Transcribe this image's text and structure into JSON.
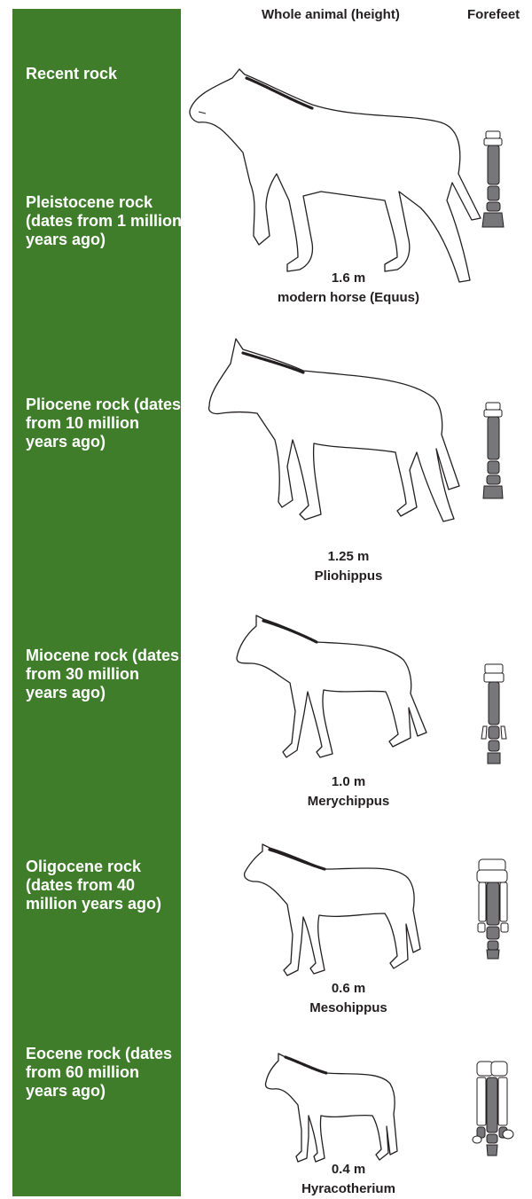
{
  "headers": {
    "whole_animal": "Whole animal (height)",
    "forefeet": "Forefeet"
  },
  "rows": [
    {
      "rock": "Recent rock"
    },
    {
      "rock": "Pleistocene rock (dates from 1 million years ago)",
      "height": "1.6 m",
      "name": "modern horse (Equus)"
    },
    {
      "rock": "Pliocene rock (dates from 10 million years ago)",
      "height": "1.25 m",
      "name": "Pliohippus"
    },
    {
      "rock": "Miocene rock (dates from 30 million years ago)",
      "height": "1.0 m",
      "name": "Merychippus"
    },
    {
      "rock": "Oligocene rock (dates from 40 million years ago)",
      "height": "0.6 m",
      "name": "Mesohippus"
    },
    {
      "rock": "Eocene rock (dates from 60 million years ago)",
      "height": "0.4 m",
      "name": "Hyracotherium"
    }
  ],
  "colors": {
    "rock_band": "#3f7d2b",
    "bone": "#777779"
  }
}
